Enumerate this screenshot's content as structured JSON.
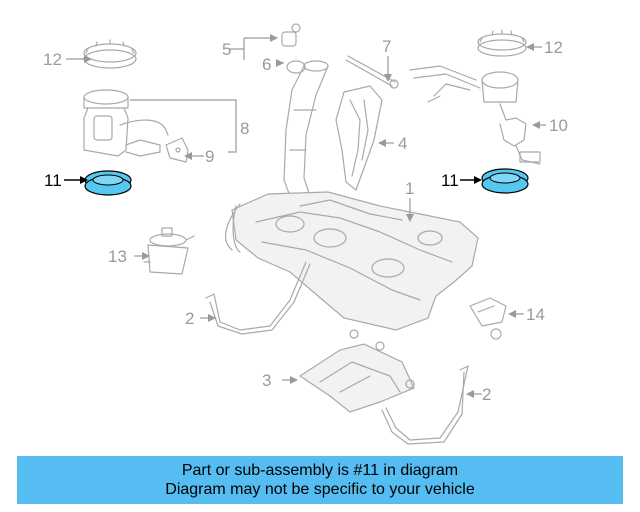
{
  "callouts": {
    "c1": "1",
    "c2a": "2",
    "c2b": "2",
    "c3": "3",
    "c4": "4",
    "c5": "5",
    "c6": "6",
    "c7": "7",
    "c8": "8",
    "c9": "9",
    "c10": "10",
    "c11a": "11",
    "c11b": "11",
    "c12a": "12",
    "c12b": "12",
    "c13": "13",
    "c14": "14"
  },
  "highlighted_part": "11",
  "colors": {
    "highlight_ring": "#55c8f0",
    "banner": "#55bdf2",
    "linework": "#a9a9a9"
  },
  "banner": {
    "line1": "Part or sub-assembly is #11 in diagram",
    "line2": "Diagram may not be specific to your vehicle"
  }
}
